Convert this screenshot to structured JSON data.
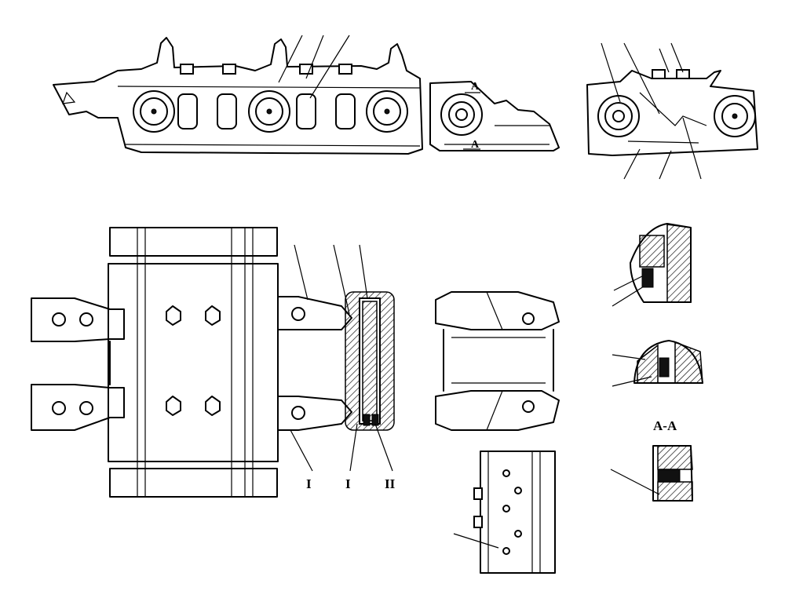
{
  "labels": {
    "callout_1": "I",
    "callout_I": "I",
    "callout_II": "II",
    "section_title": "A-A",
    "section_mark_top": "A",
    "section_mark_bottom": "A"
  }
}
